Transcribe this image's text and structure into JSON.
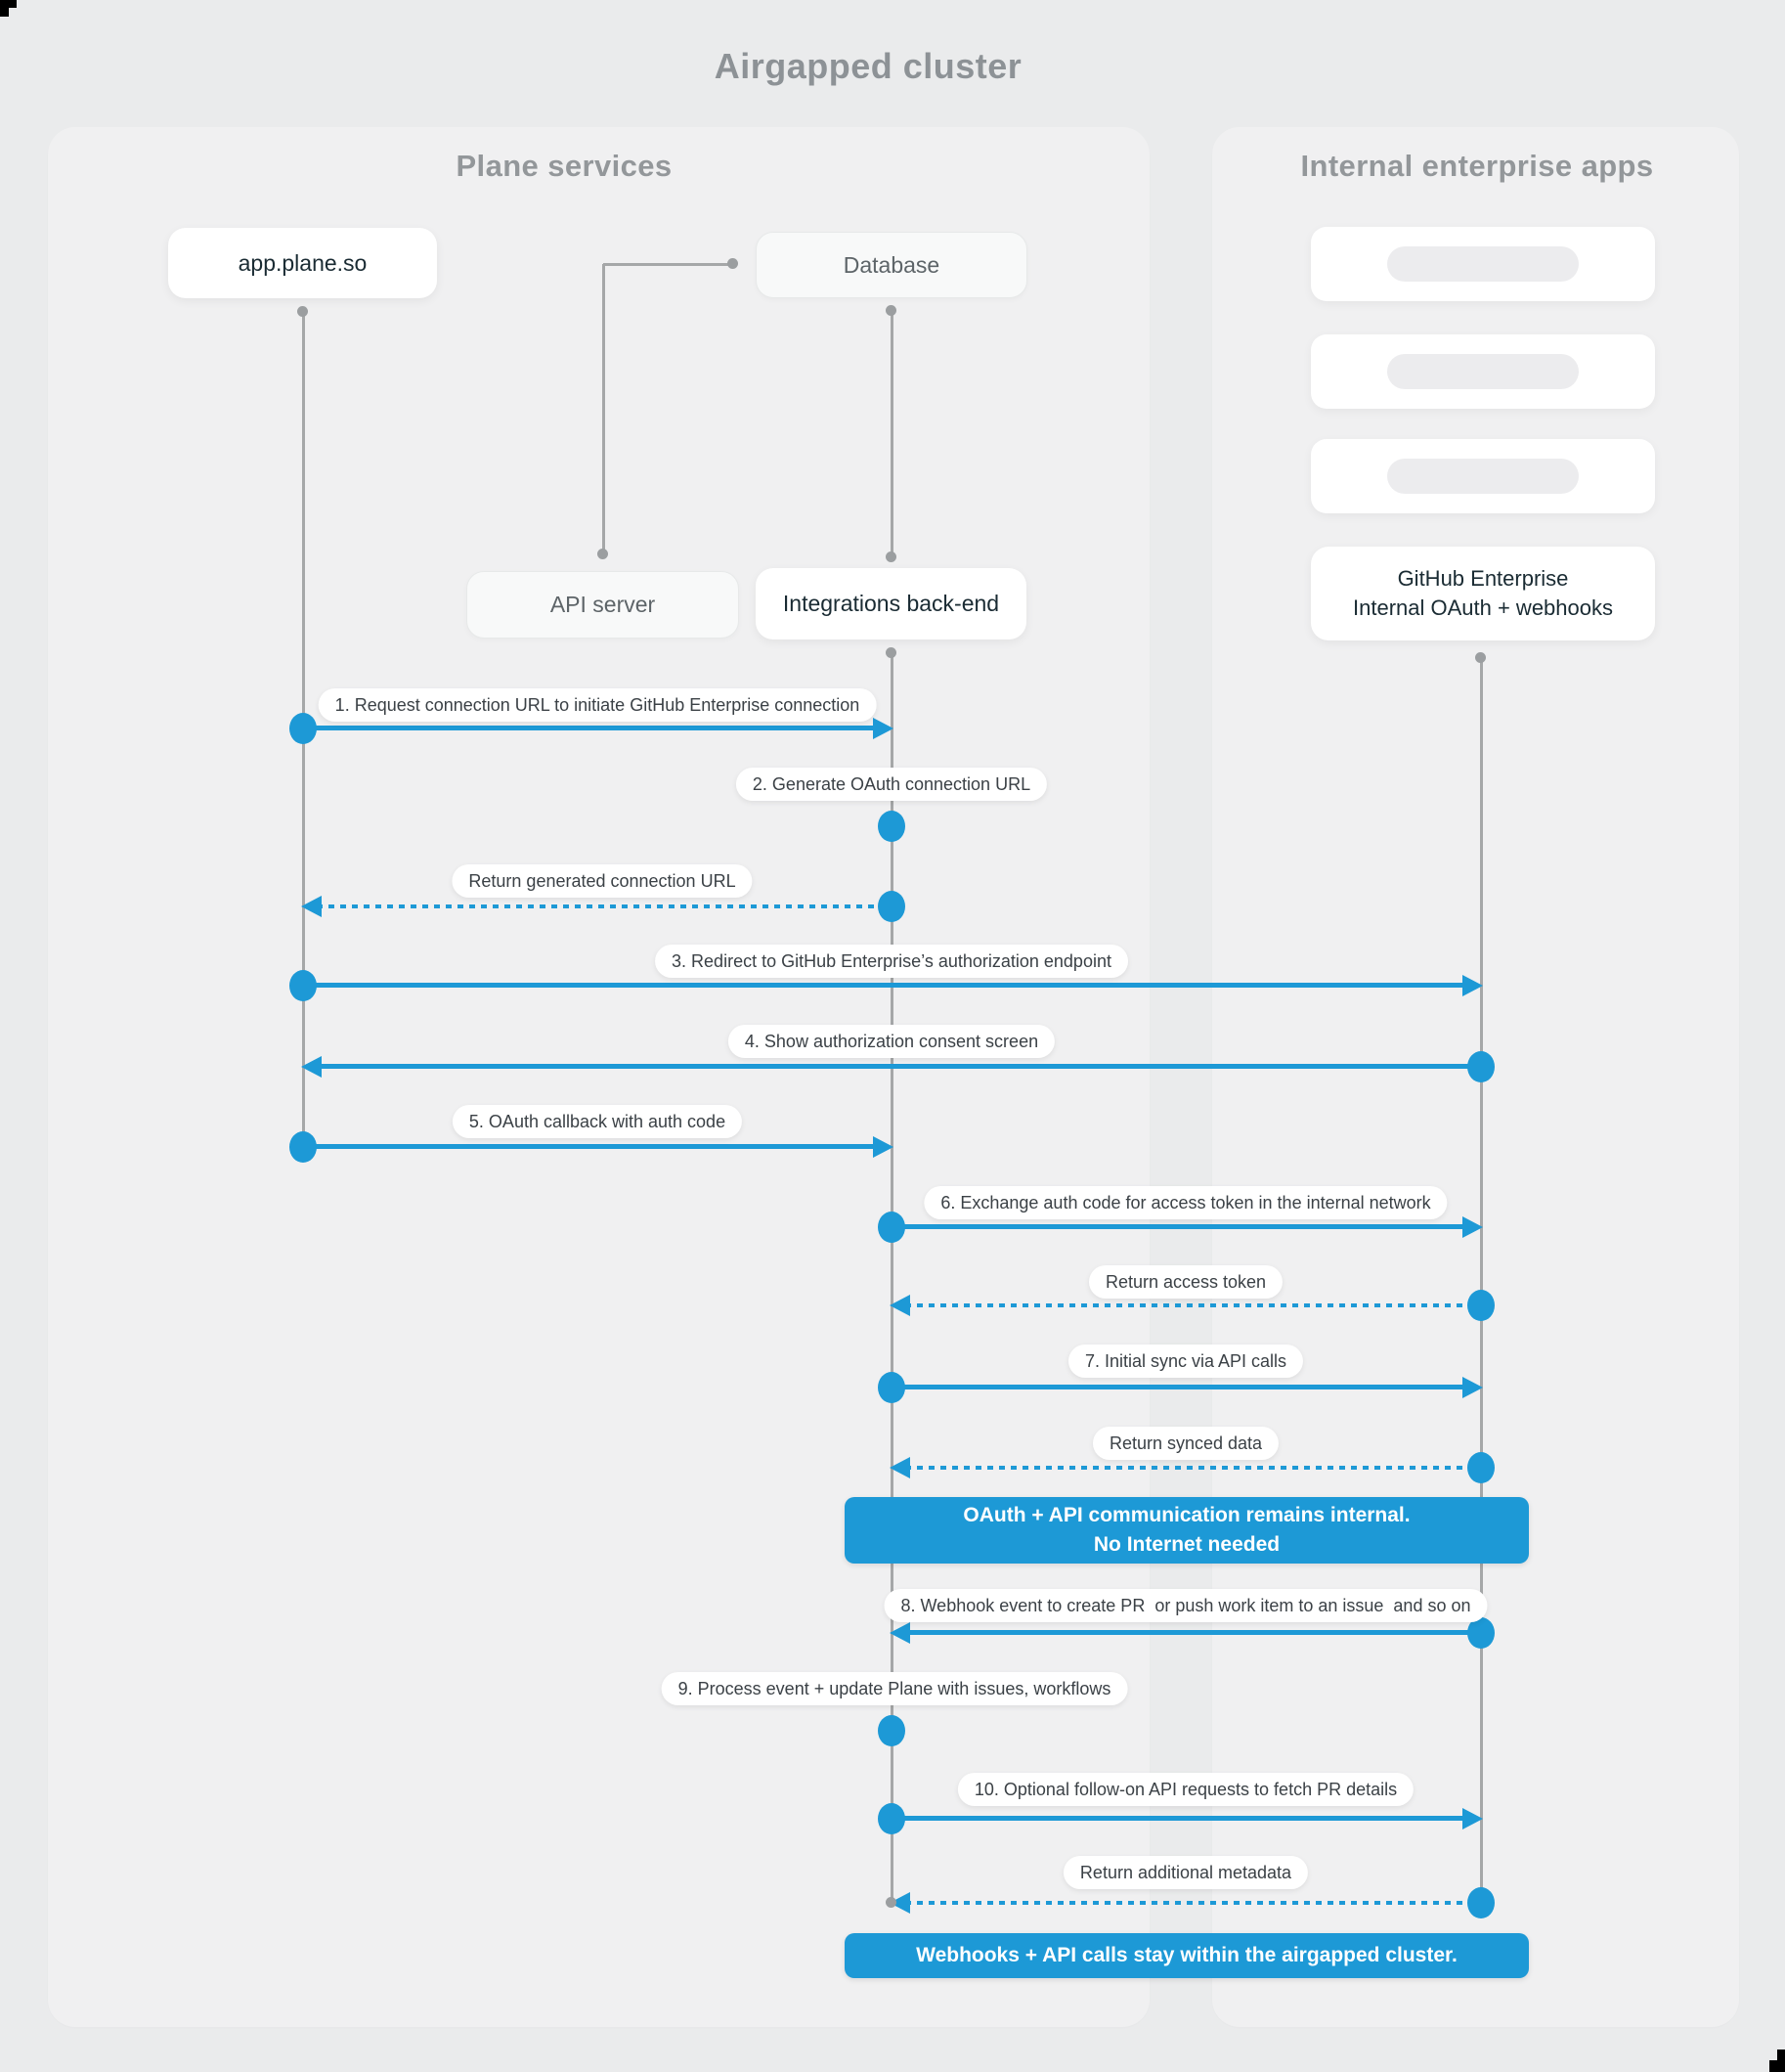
{
  "title": "Airgapped cluster",
  "panels": {
    "left": {
      "title": "Plane services"
    },
    "right": {
      "title": "Internal enterprise apps"
    }
  },
  "nodes": {
    "app": {
      "label": "app.plane.so"
    },
    "database": {
      "label": "Database"
    },
    "api_server": {
      "label": "API server"
    },
    "integrations": {
      "label": "Integrations back-end"
    },
    "github": {
      "line1": "GitHub Enterprise",
      "line2": "Internal OAuth + webhooks"
    },
    "skeleton_placeholders": 3
  },
  "messages": [
    {
      "label": "1. Request connection URL to initiate GitHub Enterprise connection",
      "from": "app.plane.so",
      "to": "Integrations back-end",
      "type": "request"
    },
    {
      "label": "2. Generate OAuth connection URL",
      "from": "Integrations back-end",
      "to": "Integrations back-end",
      "type": "self"
    },
    {
      "label": "Return generated connection URL",
      "from": "Integrations back-end",
      "to": "app.plane.so",
      "type": "return"
    },
    {
      "label": "3. Redirect to GitHub Enterprise’s authorization endpoint",
      "from": "app.plane.so",
      "to": "GitHub Enterprise",
      "type": "request"
    },
    {
      "label": "4. Show authorization consent screen",
      "from": "GitHub Enterprise",
      "to": "app.plane.so",
      "type": "request"
    },
    {
      "label": "5. OAuth callback with auth code",
      "from": "app.plane.so",
      "to": "Integrations back-end",
      "type": "request"
    },
    {
      "label": "6. Exchange auth code for access token in the internal network",
      "from": "Integrations back-end",
      "to": "GitHub Enterprise",
      "type": "request"
    },
    {
      "label": "Return access token",
      "from": "GitHub Enterprise",
      "to": "Integrations back-end",
      "type": "return"
    },
    {
      "label": "7. Initial sync via API calls",
      "from": "Integrations back-end",
      "to": "GitHub Enterprise",
      "type": "request"
    },
    {
      "label": "Return synced data",
      "from": "GitHub Enterprise",
      "to": "Integrations back-end",
      "type": "return"
    },
    {
      "label": "8. Webhook event to create PR  or push work item to an issue  and so on",
      "from": "GitHub Enterprise",
      "to": "Integrations back-end",
      "type": "request"
    },
    {
      "label": "9. Process event + update Plane with issues, workflows",
      "from": "Integrations back-end",
      "to": "Integrations back-end",
      "type": "self"
    },
    {
      "label": "10. Optional follow-on API requests to fetch PR details",
      "from": "Integrations back-end",
      "to": "GitHub Enterprise",
      "type": "request"
    },
    {
      "label": "Return additional metadata",
      "from": "GitHub Enterprise",
      "to": "Integrations back-end",
      "type": "return"
    }
  ],
  "banners": [
    {
      "line1": "OAuth + API communication remains internal.",
      "line2": "No Internet needed"
    },
    {
      "line1": "Webhooks + API calls stay within the airgapped cluster."
    }
  ],
  "colors": {
    "accent_blue": "#1d99d6",
    "lifeline_gray": "#a5a7a8",
    "panel_bg": "#f0f0f1",
    "page_bg": "#eaebec"
  }
}
